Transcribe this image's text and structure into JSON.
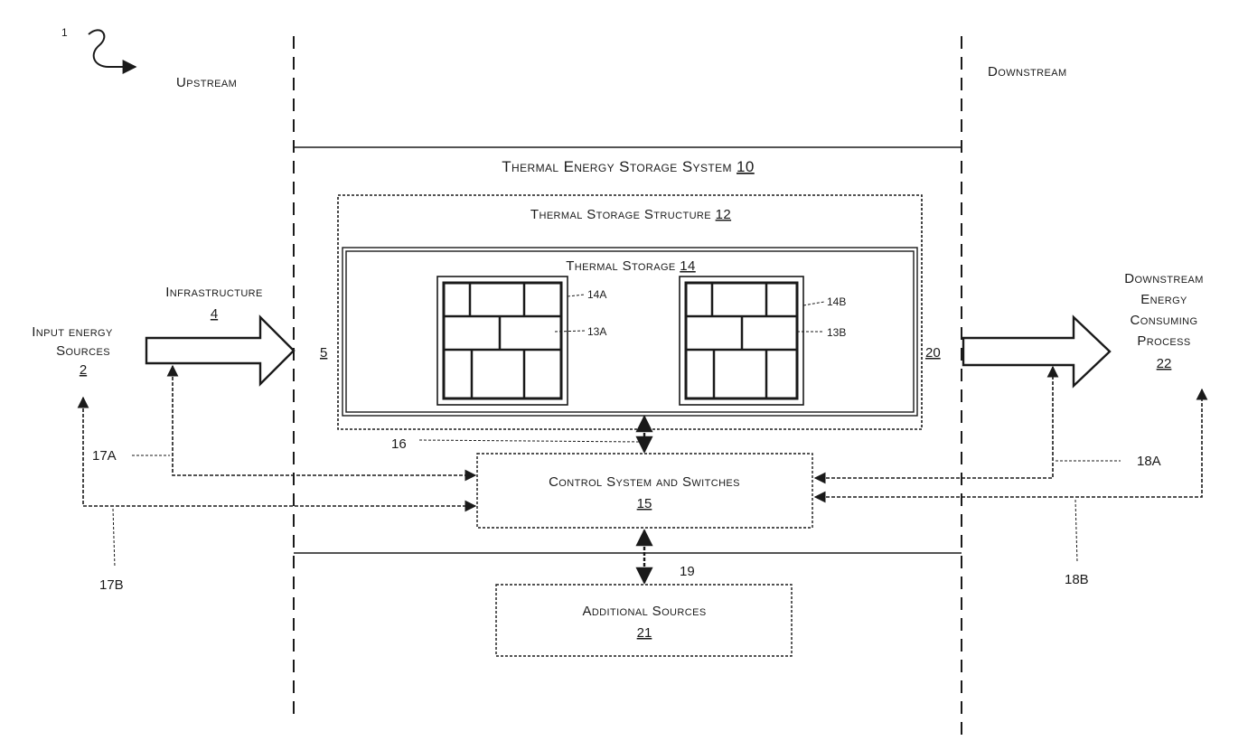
{
  "figure_ref": "1",
  "labels": {
    "upstream": "Upstream",
    "downstream": "Downstream"
  },
  "tes_system": {
    "title": "Thermal Energy Storage System",
    "ref": "10"
  },
  "storage_structure": {
    "title": "Thermal Storage Structure",
    "ref": "12"
  },
  "thermal_storage": {
    "title": "Thermal Storage",
    "ref": "14"
  },
  "brick_units": {
    "left": {
      "label_top": "14A",
      "label_mid": "13A"
    },
    "right": {
      "label_top": "14B",
      "label_mid": "13B"
    }
  },
  "side_refs": {
    "left": "5",
    "right": "20"
  },
  "input_sources": {
    "line1": "Input energy",
    "line2": "Sources",
    "ref": "2"
  },
  "infrastructure": {
    "title": "Infrastructure",
    "ref": "4"
  },
  "downstream_process": {
    "line1": "Downstream",
    "line2": "Energy",
    "line3": "Consuming",
    "line4": "Process",
    "ref": "22"
  },
  "control_system": {
    "title": "Control System and Switches",
    "ref": "15"
  },
  "additional_sources": {
    "title": "Additional Sources",
    "ref": "21"
  },
  "connection_refs": {
    "c16": "16",
    "c17a": "17A",
    "c17b": "17B",
    "c18a": "18A",
    "c18b": "18B",
    "c19": "19"
  },
  "colors": {
    "ink": "#1a1a1a",
    "background": "#ffffff"
  }
}
